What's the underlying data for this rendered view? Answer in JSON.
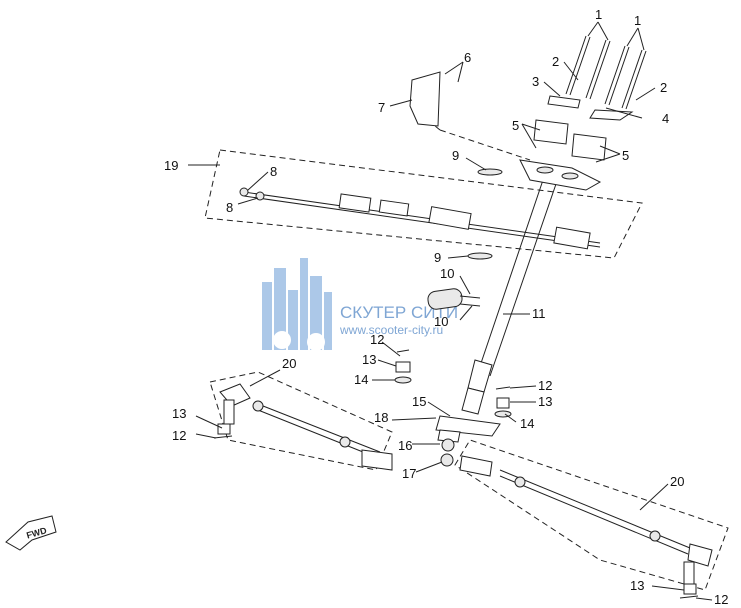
{
  "diagram": {
    "callouts": [
      "1",
      "1",
      "2",
      "2",
      "3",
      "4",
      "5",
      "5",
      "6",
      "7",
      "8",
      "8",
      "9",
      "9",
      "10",
      "10",
      "11",
      "12",
      "12",
      "12",
      "13",
      "13",
      "13",
      "13",
      "14",
      "14",
      "15",
      "16",
      "17",
      "18",
      "19",
      "20",
      "20"
    ],
    "watermark": {
      "brand": "СКУТЕР СИТИ",
      "url": "www.scooter-city.ru"
    },
    "direction_marker": "FWD",
    "colors": {
      "line": "#222222",
      "watermark": "#7fa6d4"
    }
  }
}
